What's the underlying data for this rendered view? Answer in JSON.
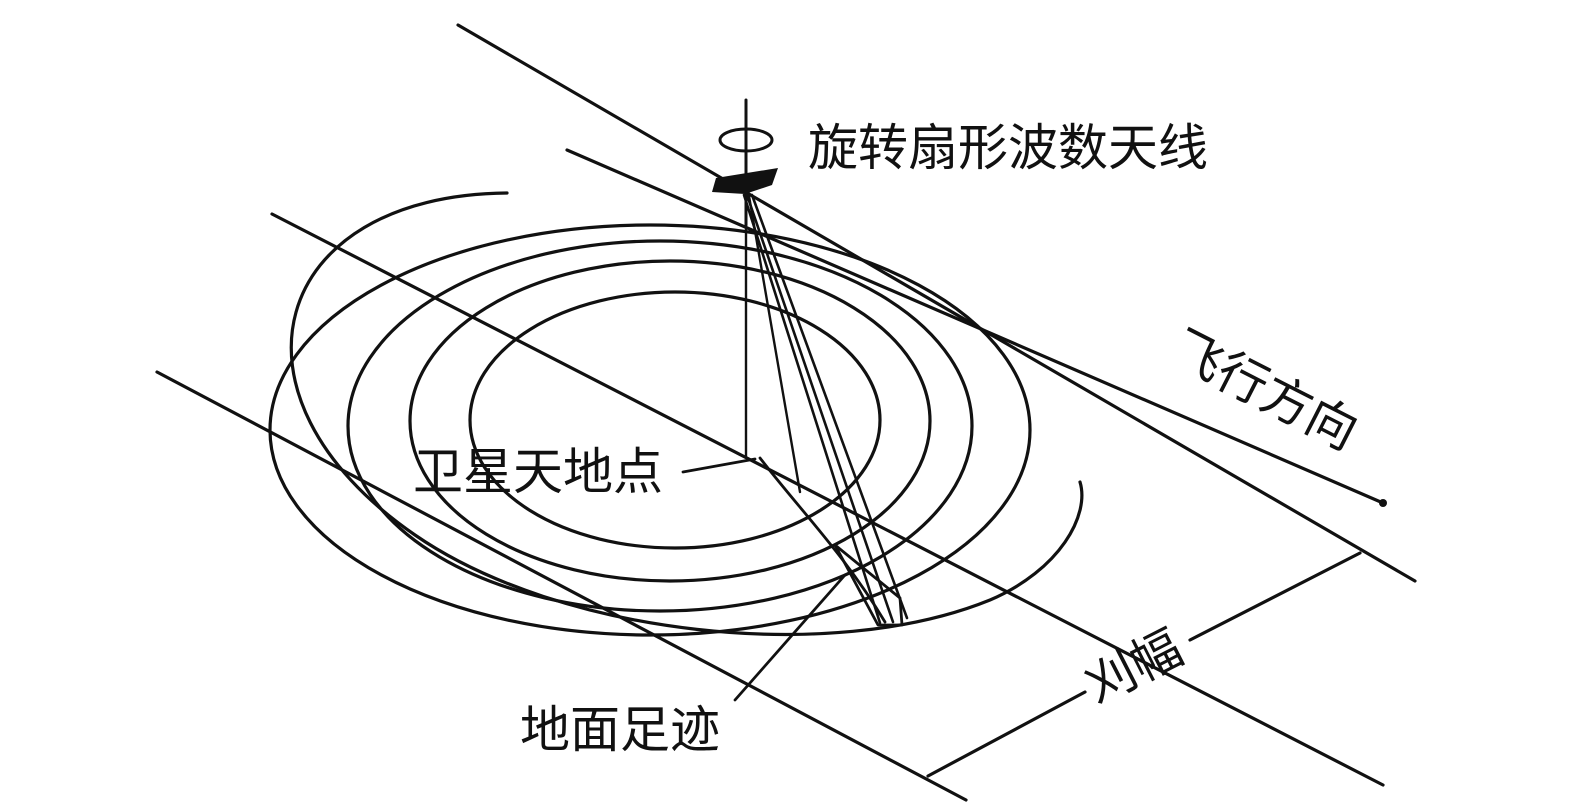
{
  "labels": {
    "antenna": "旋转扇形波数天线",
    "flight_direction": "飞行方向",
    "nadir": "卫星天地点",
    "ground_footprint": "地面足迹",
    "swath": "刈幅"
  },
  "colors": {
    "ink": "#111111",
    "background": "#ffffff"
  }
}
